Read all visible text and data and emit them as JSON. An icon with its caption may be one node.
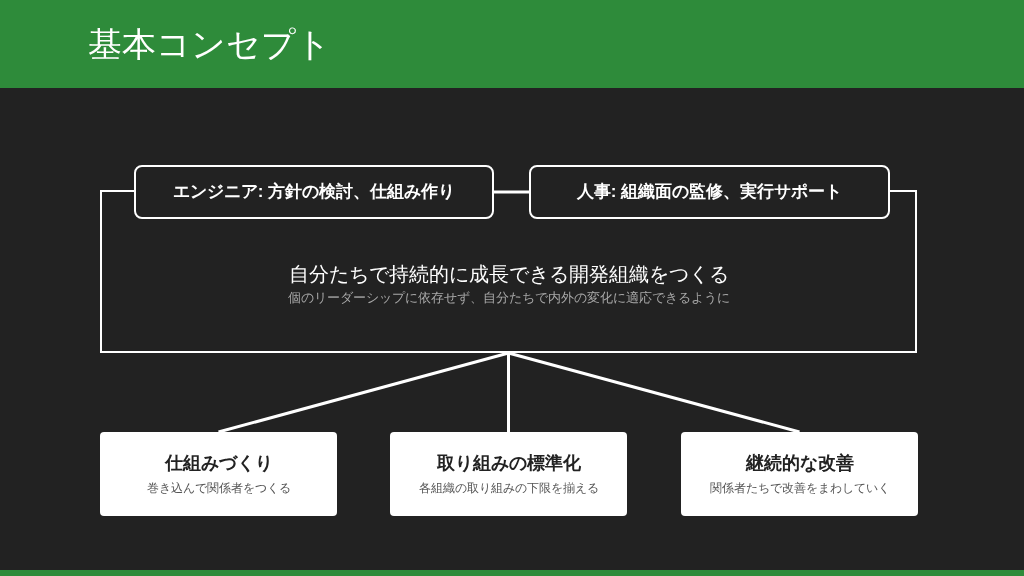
{
  "diagram": {
    "title": "基本コンセプト",
    "nodes": [
      {
        "text": [
          "自分たちで持続的に成長できる開発組織をつくる",
          "個のリーダーシップに依存せず、自分たちで内外の変化に適応できるように"
        ]
      },
      {
        "text": [
          "エンジニア: 方針の検討、仕組み作り"
        ]
      },
      {
        "text": [
          "人事: 組織面の監修、実行サポート"
        ]
      },
      {
        "text": [
          "仕組みづくり",
          "巻き込んで関係者をつくる"
        ]
      },
      {
        "text": [
          "取り組みの標準化",
          "各組織の取り組みの下限を揃える"
        ]
      },
      {
        "text": [
          "継続的な改善",
          "関係者たちで改善をまわしていく"
        ]
      }
    ],
    "edges": [
      {
        "from": 1,
        "to": 2,
        "arrow": "none"
      },
      {
        "from": 0,
        "to": 3,
        "arrow": "none"
      },
      {
        "from": 0,
        "to": 4,
        "arrow": "none"
      },
      {
        "from": 0,
        "to": 5,
        "arrow": "none"
      }
    ]
  }
}
